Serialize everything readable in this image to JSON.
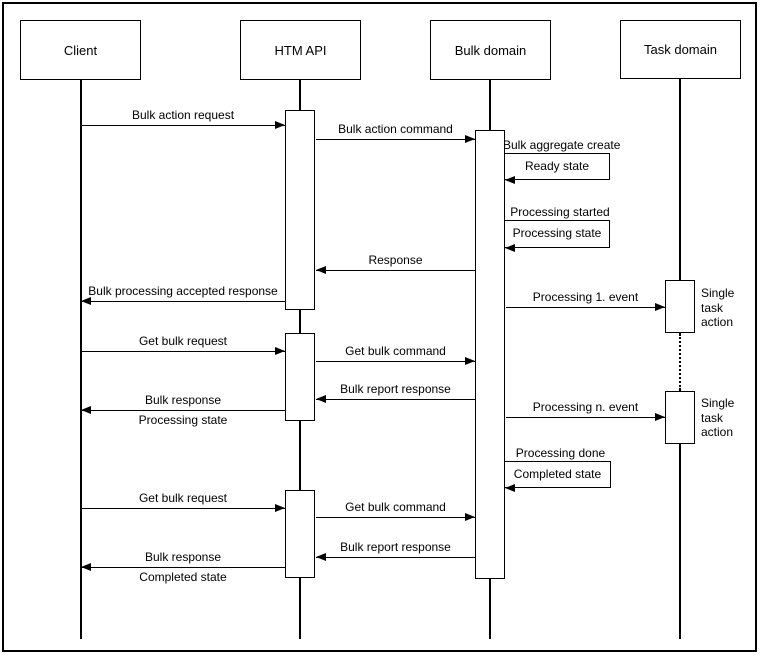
{
  "colors": {
    "stroke": "#000000",
    "background": "#ffffff",
    "text": "#000000"
  },
  "diagram": {
    "type": "uml-sequence",
    "actors": [
      {
        "id": "client",
        "label": "Client"
      },
      {
        "id": "htm-api",
        "label": "HTM API"
      },
      {
        "id": "bulk-domain",
        "label": "Bulk domain"
      },
      {
        "id": "task-domain",
        "label": "Task domain"
      }
    ],
    "messages": [
      {
        "label": "Bulk action request",
        "from": "Client",
        "to": "HTM API"
      },
      {
        "label": "Bulk action command",
        "from": "HTM API",
        "to": "Bulk domain"
      },
      {
        "label": "Response",
        "from": "Bulk domain",
        "to": "HTM API"
      },
      {
        "label": "Bulk processing accepted response",
        "from": "HTM API",
        "to": "Client"
      },
      {
        "label": "Processing 1. event",
        "from": "Bulk domain",
        "to": "Task domain"
      },
      {
        "label": "Get bulk request",
        "from": "Client",
        "to": "HTM API"
      },
      {
        "label": "Get bulk command",
        "from": "HTM API",
        "to": "Bulk domain"
      },
      {
        "label": "Bulk report response",
        "from": "Bulk domain",
        "to": "HTM API"
      },
      {
        "label_above": "Bulk response",
        "label_below": "Processing state",
        "from": "HTM API",
        "to": "Client"
      },
      {
        "label": "Processing n. event",
        "from": "Bulk domain",
        "to": "Task domain"
      },
      {
        "label": "Get bulk request",
        "from": "Client",
        "to": "HTM API"
      },
      {
        "label": "Get bulk command",
        "from": "HTM API",
        "to": "Bulk domain"
      },
      {
        "label": "Bulk report response",
        "from": "Bulk domain",
        "to": "HTM API"
      },
      {
        "label_above": "Bulk response",
        "label_below": "Completed state",
        "from": "HTM API",
        "to": "Client"
      }
    ],
    "self_messages": [
      {
        "call_label": "Bulk aggregate create",
        "return_label": "Ready state",
        "actor": "Bulk domain"
      },
      {
        "call_label": "Processing started",
        "return_label": "Processing state",
        "actor": "Bulk domain"
      },
      {
        "call_label": "Processing done",
        "return_label": "Completed state",
        "actor": "Bulk domain"
      }
    ],
    "notes": [
      {
        "label": "Single task action",
        "actor": "Task domain"
      },
      {
        "label": "Single task action",
        "actor": "Task domain"
      }
    ]
  }
}
